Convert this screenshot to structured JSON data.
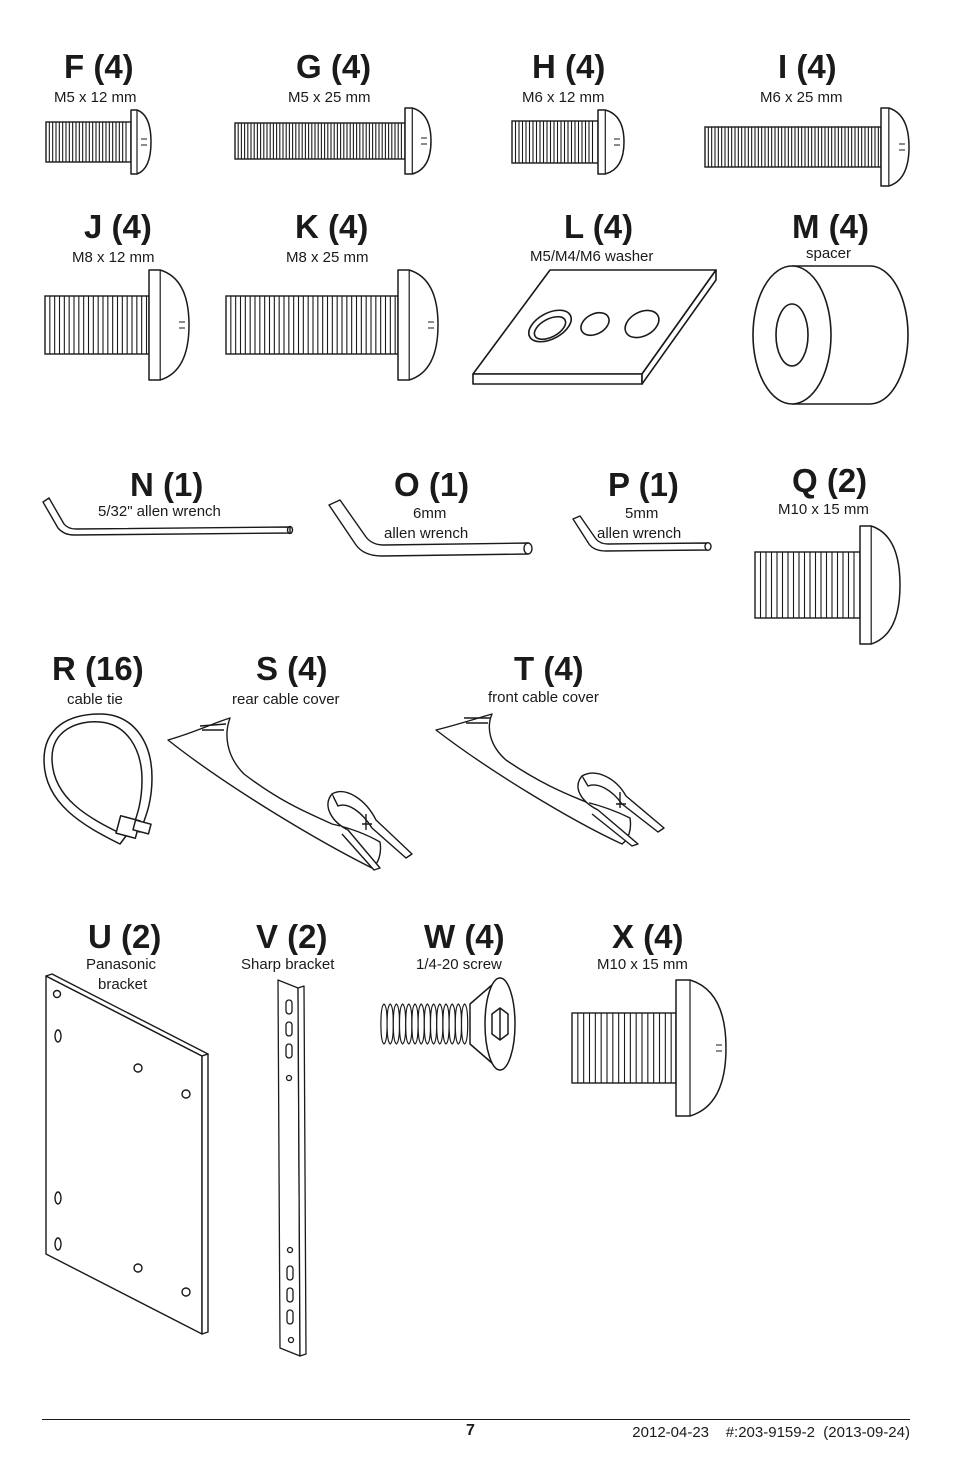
{
  "parts": [
    {
      "id": "F",
      "label": "F (4)",
      "desc": "M5 x 12 mm"
    },
    {
      "id": "G",
      "label": "G (4)",
      "desc": "M5 x 25 mm"
    },
    {
      "id": "H",
      "label": "H (4)",
      "desc": "M6 x 12 mm"
    },
    {
      "id": "I",
      "label": "I (4)",
      "desc": "M6 x 25 mm"
    },
    {
      "id": "J",
      "label": "J (4)",
      "desc": "M8 x 12 mm"
    },
    {
      "id": "K",
      "label": "K (4)",
      "desc": "M8 x 25 mm"
    },
    {
      "id": "L",
      "label": "L (4)",
      "desc": "M5/M4/M6 washer"
    },
    {
      "id": "M",
      "label": "M (4)",
      "desc": "spacer"
    },
    {
      "id": "N",
      "label": "N (1)",
      "desc": "5/32\" allen wrench"
    },
    {
      "id": "O",
      "label": "O (1)",
      "desc": "6mm",
      "desc2": "allen wrench"
    },
    {
      "id": "P",
      "label": "P (1)",
      "desc": "5mm",
      "desc2": "allen wrench"
    },
    {
      "id": "Q",
      "label": "Q (2)",
      "desc": "M10 x 15 mm"
    },
    {
      "id": "R",
      "label": "R (16)",
      "desc": "cable tie"
    },
    {
      "id": "S",
      "label": "S (4)",
      "desc": "rear cable cover"
    },
    {
      "id": "T",
      "label": "T (4)",
      "desc": "front cable cover"
    },
    {
      "id": "U",
      "label": "U (2)",
      "desc": "Panasonic",
      "desc2": "bracket"
    },
    {
      "id": "V",
      "label": "V (2)",
      "desc": "Sharp bracket"
    },
    {
      "id": "W",
      "label": "W (4)",
      "desc": "1/4-20 screw"
    },
    {
      "id": "X",
      "label": "X (4)",
      "desc": "M10 x 15 mm"
    }
  ],
  "footer": {
    "page_number": "7",
    "doc_info": "2012-04-23    #:203-9159-2  (2013-09-24)"
  }
}
